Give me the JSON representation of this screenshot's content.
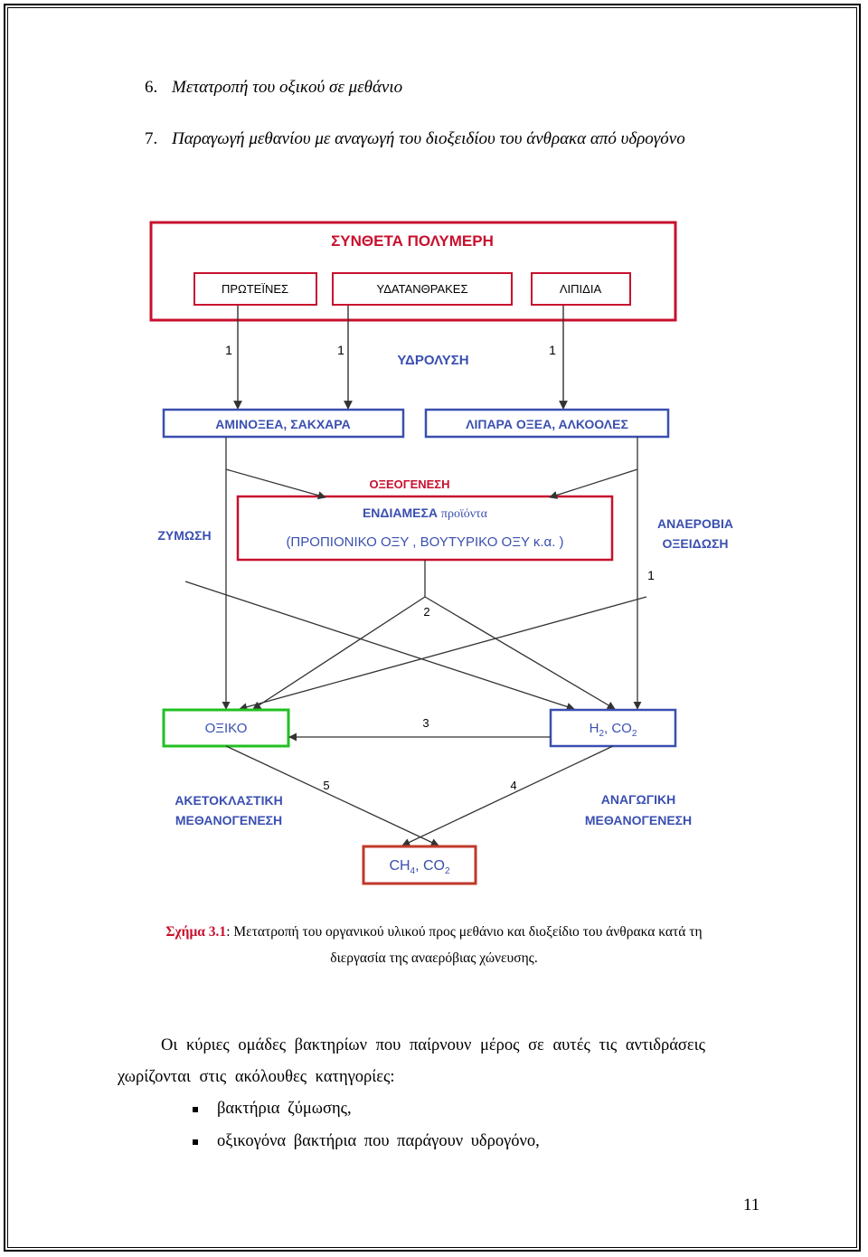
{
  "list": [
    {
      "number": "6.",
      "text": "Μετατροπή του οξικού σε μεθάνιο"
    },
    {
      "number": "7.",
      "text": "Παραγωγή μεθανίου με αναγωγή του διοξειδίου του άνθρακα από υδρογόνο"
    }
  ],
  "diagram": {
    "top_title": "ΣΥΝΘΕΤΑ ΠΟΛΥΜΕΡΗ",
    "polymers": [
      "ΠΡΩΤΕΪΝΕΣ",
      "ΥΔΑΤΑΝΘΡΑΚΕΣ",
      "ΛΙΠΙΔΙΑ"
    ],
    "hydrolysis": "ΥΔΡΟΛΥΣΗ",
    "monomers_left": "ΑΜΙΝΟΞΕΑ, ΣΑΚΧΑΡΑ",
    "monomers_right": "ΛΙΠΑΡΑ ΟΞΕΑ, ΑΛΚΟΟΛΕΣ",
    "acidogenesis": "ΟΞΕΟΓΕΝΕΣΗ",
    "intermediate_line1_caps": "ΕΝΔΙΑΜΕΣΑ",
    "intermediate_line1_rest": "προϊόντα",
    "intermediate_line2": "(ΠΡΟΠΙΟΝΙΚΟ ΟΞΥ , ΒΟΥΤΥΡΙΚΟ ΟΞΥ κ.α. )",
    "fermentation": "ΖΥΜΩΣΗ",
    "anaerobic_oxidation_1": "ΑΝΑΕΡΟΒΙΑ",
    "anaerobic_oxidation_2": "ΟΞΕΙΔΩΣΗ",
    "acetic": "ΟΞΙΚΟ",
    "h2_co2": "H2, CO2",
    "aceticlastic_1": "ΑΚΕΤΟΚΛΑΣΤΙΚΗ",
    "aceticlastic_2": "ΜΕΘΑΝΟΓΕΝΕΣΗ",
    "reductive_1": "ΑΝΑΓΩΓΙΚΗ",
    "reductive_2": "ΜΕΘΑΝΟΓΕΝΕΣΗ",
    "final": "CH4, CO2",
    "step_numbers": {
      "s1a": "1",
      "s1b": "1",
      "s1c": "1",
      "s1d": "1",
      "s2": "2",
      "s3": "3",
      "s4": "4",
      "s5": "5"
    },
    "colors": {
      "red": "#c8102e",
      "blue": "#3a4fb0",
      "green": "#22c022",
      "brown_red": "#c0392b"
    }
  },
  "caption": {
    "label": "Σχήμα 3.1",
    "text_line1": ": Μετατροπή του οργανικού υλικού προς μεθάνιο και διοξείδιο του άνθρακα κατά τη",
    "text_line2": "διεργασία της αναερόβιας χώνευσης."
  },
  "paragraph": {
    "line1": "Οι κύριες ομάδες βακτηρίων που παίρνουν μέρος σε αυτές τις αντιδράσεις",
    "line2": "χωρίζονται στις ακόλουθες κατηγορίες:"
  },
  "bullets": [
    "βακτήρια ζύμωσης,",
    "οξικογόνα βακτήρια που παράγουν υδρογόνο,"
  ],
  "page_number": "11"
}
